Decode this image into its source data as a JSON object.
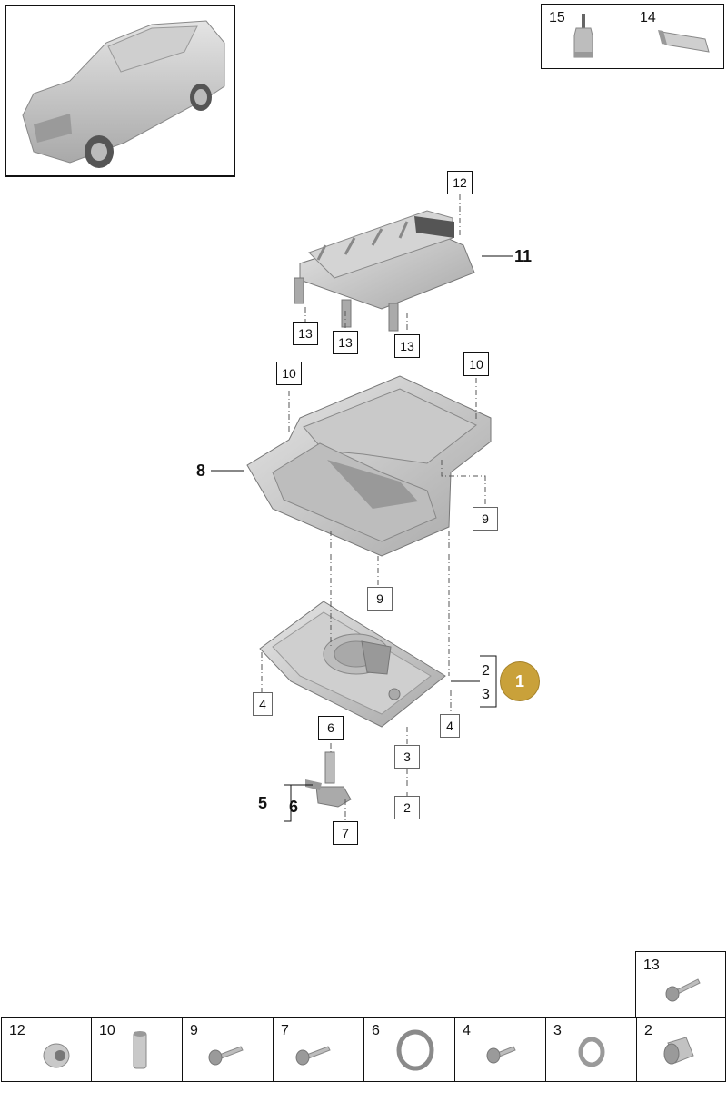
{
  "top_right_parts": [
    {
      "num": "15",
      "icon": "sealant-bottle-icon"
    },
    {
      "num": "14",
      "icon": "sealant-tube-icon"
    }
  ],
  "callouts": {
    "c12": "12",
    "c11": "11",
    "c13a": "13",
    "c13b": "13",
    "c13c": "13",
    "c10a": "10",
    "c10b": "10",
    "c8": "8",
    "c9a": "9",
    "c9b": "9",
    "c2a": "2",
    "c3a": "3",
    "c1": "1",
    "c4a": "4",
    "c4b": "4",
    "c6a": "6",
    "c3b": "3",
    "c2b": "2",
    "c5": "5",
    "c6b": "6",
    "c7": "7"
  },
  "bottom_parts": [
    {
      "num": "12",
      "icon": "nut-icon"
    },
    {
      "num": "10",
      "icon": "sleeve-icon"
    },
    {
      "num": "9",
      "icon": "bolt-icon"
    },
    {
      "num": "7",
      "icon": "bolt-icon"
    },
    {
      "num": "6",
      "icon": "o-ring-icon"
    },
    {
      "num": "4",
      "icon": "bolt-icon"
    },
    {
      "num": "3",
      "icon": "washer-icon"
    },
    {
      "num": "2",
      "icon": "plug-icon"
    }
  ],
  "extra_part": {
    "num": "13",
    "icon": "bolt-icon"
  },
  "colors": {
    "badge": "#c9a13a"
  }
}
